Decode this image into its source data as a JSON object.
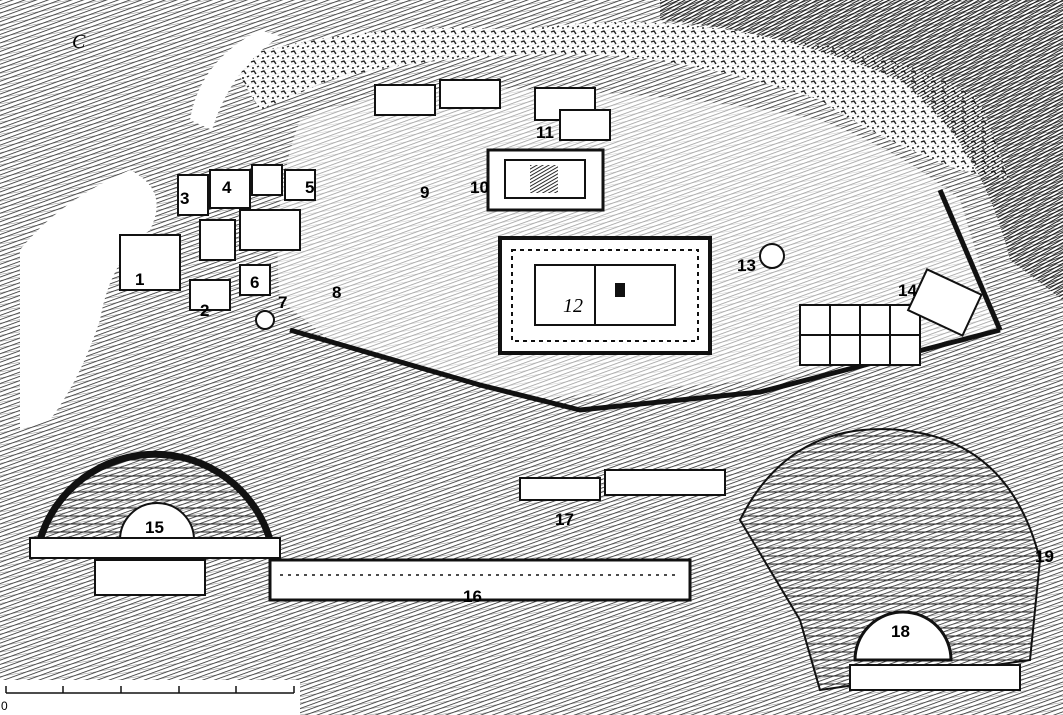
{
  "map": {
    "labels": {
      "c": "C",
      "n1": "1",
      "n2": "2",
      "n3": "3",
      "n4": "4",
      "n5": "5",
      "n6": "6",
      "n7": "7",
      "n8": "8",
      "n9": "9",
      "n10": "10",
      "n11": "11",
      "n12": "12",
      "n13": "13",
      "n14": "14",
      "n15": "15",
      "n16": "16",
      "n17": "17",
      "n18": "18",
      "n19": "19"
    },
    "scale_bar": {
      "zero_label": "0",
      "segments": 5
    },
    "colors": {
      "ink": "#111111",
      "paper": "#ffffff",
      "hatch": "#2a2a2a"
    }
  }
}
